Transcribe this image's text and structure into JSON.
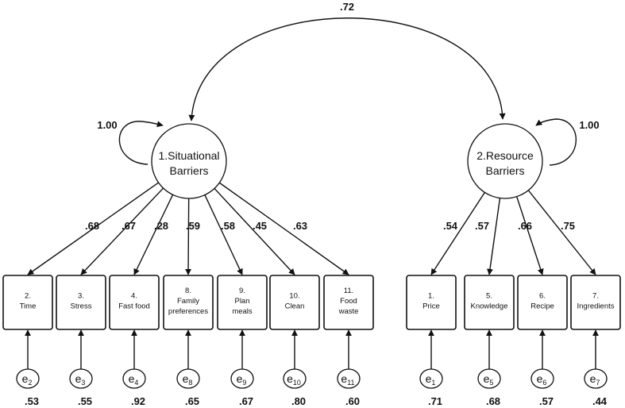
{
  "covariance": {
    "value": ".72"
  },
  "latents": [
    {
      "id": "situational",
      "line1": "1.Situational",
      "line2": "Barriers",
      "variance": "1.00"
    },
    {
      "id": "resource",
      "line1": "2.Resource",
      "line2": "Barriers",
      "variance": "1.00"
    }
  ],
  "indicators": [
    {
      "factor": "situational",
      "label": [
        "2.",
        "Time"
      ],
      "loading": ".68",
      "error": "e",
      "error_sub": "2",
      "r2": ".53"
    },
    {
      "factor": "situational",
      "label": [
        "3.",
        "Stress"
      ],
      "loading": ".67",
      "error": "e",
      "error_sub": "3",
      "r2": ".55"
    },
    {
      "factor": "situational",
      "label": [
        "4.",
        "Fast food"
      ],
      "loading": ".28",
      "error": "e",
      "error_sub": "4",
      "r2": ".92"
    },
    {
      "factor": "situational",
      "label": [
        "8.",
        "Family",
        "preferences"
      ],
      "loading": ".59",
      "error": "e",
      "error_sub": "8",
      "r2": ".65"
    },
    {
      "factor": "situational",
      "label": [
        "9.",
        "Plan",
        "meals"
      ],
      "loading": ".58",
      "error": "e",
      "error_sub": "9",
      "r2": ".67"
    },
    {
      "factor": "situational",
      "label": [
        "10.",
        "Clean"
      ],
      "loading": ".45",
      "error": "e",
      "error_sub": "10",
      "r2": ".80"
    },
    {
      "factor": "situational",
      "label": [
        "11.",
        "Food",
        "waste"
      ],
      "loading": ".63",
      "error": "e",
      "error_sub": "11",
      "r2": ".60"
    },
    {
      "factor": "resource",
      "label": [
        "1.",
        "Price"
      ],
      "loading": ".54",
      "error": "e",
      "error_sub": "1",
      "r2": ".71"
    },
    {
      "factor": "resource",
      "label": [
        "5.",
        "Knowledge"
      ],
      "loading": ".57",
      "error": "e",
      "error_sub": "5",
      "r2": ".68"
    },
    {
      "factor": "resource",
      "label": [
        "6.",
        "Recipe"
      ],
      "loading": ".66",
      "error": "e",
      "error_sub": "6",
      "r2": ".57"
    },
    {
      "factor": "resource",
      "label": [
        "7.",
        "Ingredients"
      ],
      "loading": ".75",
      "error": "e",
      "error_sub": "7",
      "r2": ".44"
    }
  ]
}
